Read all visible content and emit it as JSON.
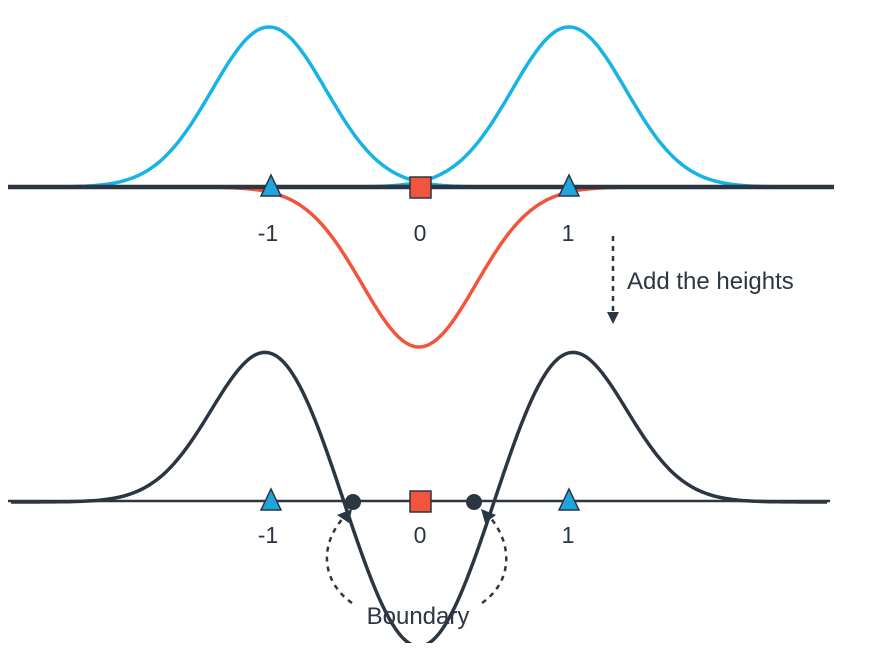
{
  "top_panel": {
    "tick_labels": [
      "-1",
      "0",
      "1"
    ]
  },
  "bottom_panel": {
    "tick_labels": [
      "-1",
      "0",
      "1"
    ]
  },
  "arrow_label": "Add the heights",
  "boundary_label": "Boundary",
  "colors": {
    "blue_curve": "#16b3e6",
    "red_curve": "#f2553d",
    "axis_dark": "#2b3642",
    "triangle_fill": "#1ea6df",
    "square_fill": "#f2553d"
  },
  "markers": {
    "triangle_shape": "triangle",
    "square_shape": "square",
    "boundary_point_shape": "dot"
  }
}
